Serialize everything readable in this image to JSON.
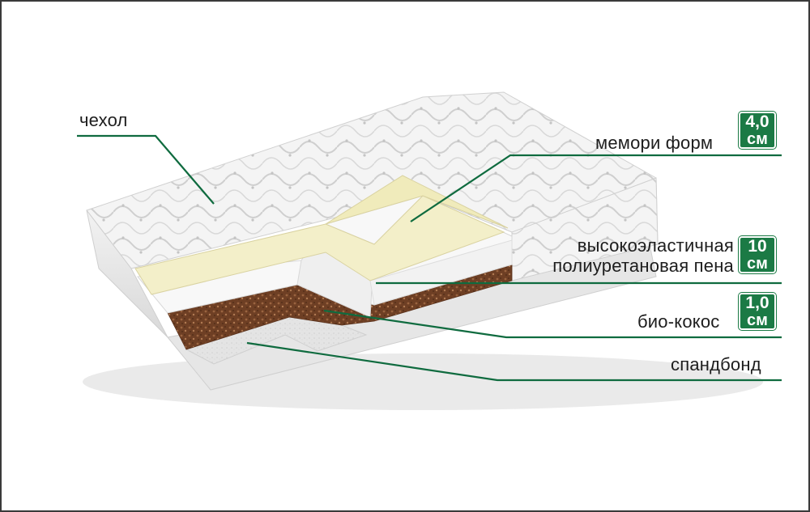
{
  "colors": {
    "leader_line": "#0f6b3f",
    "badge_bg": "#1b7a45",
    "memory_foam": "#f3efc9",
    "coconut": "#7a4a2e",
    "foam": "#f7f7f7",
    "cover": "#eeeeee"
  },
  "layers": [
    {
      "id": "cover",
      "label": "чехол",
      "thickness": null,
      "unit": null
    },
    {
      "id": "memory_foam",
      "label": "мемори форм",
      "thickness": "4,0",
      "unit": "см"
    },
    {
      "id": "hr_foam",
      "label_line1": "высокоэластичная",
      "label_line2": "полиуретановая пена",
      "thickness": "10",
      "unit": "см"
    },
    {
      "id": "coconut",
      "label": "био-кокос",
      "thickness": "1,0",
      "unit": "см"
    },
    {
      "id": "spunbond",
      "label": "спандбонд",
      "thickness": null,
      "unit": null
    }
  ]
}
